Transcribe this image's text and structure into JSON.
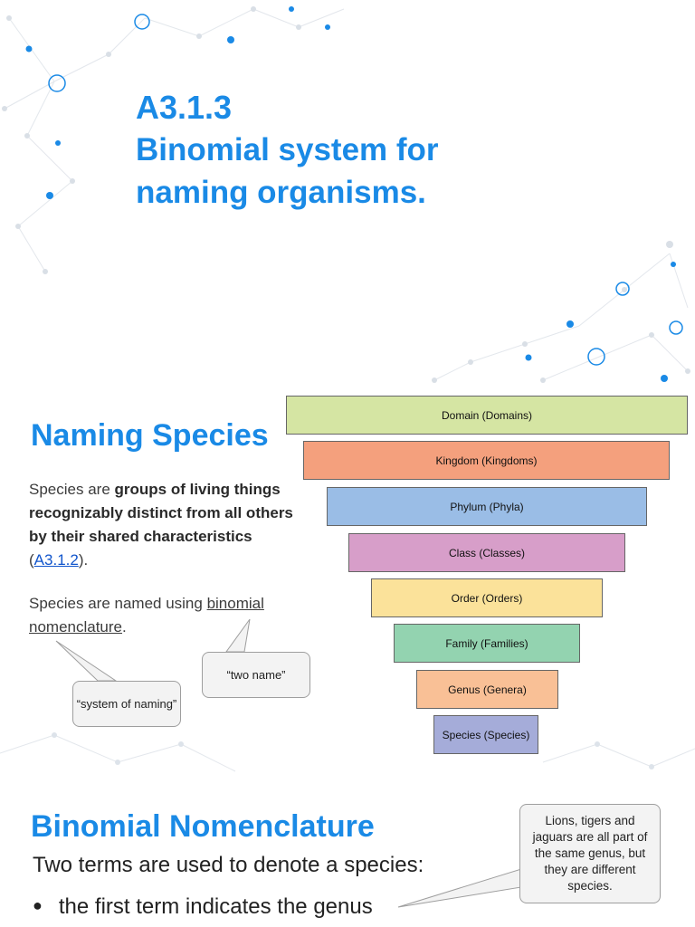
{
  "slide1": {
    "code": "A3.1.3",
    "title_line1": "Binomial system for",
    "title_line2": "naming organisms."
  },
  "slide2": {
    "heading": "Naming Species",
    "p1_pre": "Species are ",
    "p1_bold": "groups of living things recognizably distinct from all others by their shared characteristics",
    "p1_open": " (",
    "p1_link": "A3.1.2",
    "p1_close": ").",
    "p2_pre": "Species are named using ",
    "p2_link": "binomial nomenclature",
    "p2_post": ".",
    "bubble_naming": "“system of naming”",
    "bubble_twoname": "“two name”",
    "hierarchy": [
      {
        "label": "Domain (Domains)",
        "color": "#d5e5a3"
      },
      {
        "label": "Kingdom (Kingdoms)",
        "color": "#f4a07d"
      },
      {
        "label": "Phylum (Phyla)",
        "color": "#9abde6"
      },
      {
        "label": "Class (Classes)",
        "color": "#d79ec9"
      },
      {
        "label": "Order (Orders)",
        "color": "#fbe29a"
      },
      {
        "label": "Family (Families)",
        "color": "#93d3b0"
      },
      {
        "label": "Genus (Genera)",
        "color": "#f9c096"
      },
      {
        "label": "Species (Species)",
        "color": "#a5acd9"
      }
    ]
  },
  "slide3": {
    "heading": "Binomial Nomenclature",
    "intro": "Two terms are used to denote a species:",
    "bullet1": "the first term indicates the genus",
    "bullet_marker": "●",
    "bubble": "Lions, tigers and jaguars are all part of the same genus, but they are different species."
  },
  "accent_color": "#1a8ae6"
}
